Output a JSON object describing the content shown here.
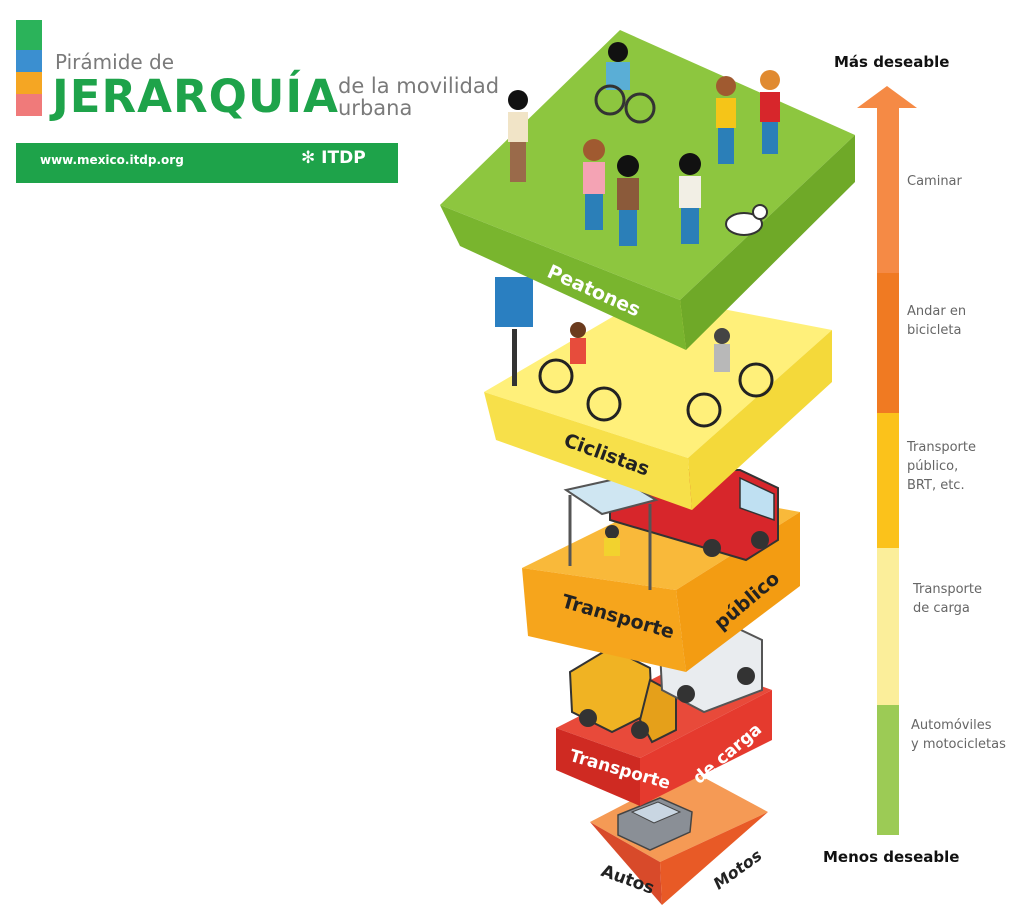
{
  "header": {
    "title_small": "Pirámide de",
    "title_big": "JERARQUÍA",
    "title_sub_line1": "de la movilidad",
    "title_sub_line2": "urbana",
    "url": "www.mexico.itdp.org",
    "logo_text": "ITDP"
  },
  "colors": {
    "brand_green": "#1ea34a",
    "stripe": [
      "#2bb35a",
      "#3b8fd0",
      "#f5a623",
      "#f07a7a"
    ],
    "peatones": "#8dc63f",
    "ciclistas": "#f7e35a",
    "transporte_publico": "#f6a81c",
    "transporte_carga": "#e0302a",
    "autos": "#ef6a2a"
  },
  "pyramid": {
    "peatones": "Peatones",
    "ciclistas": "Ciclistas",
    "transporte_publico_1": "Transporte",
    "transporte_publico_2": "público",
    "transporte_carga_1": "Transporte",
    "transporte_carga_2": "de carga",
    "autos": "Autos",
    "motos": "Motos"
  },
  "scale": {
    "top_label": "Más deseable",
    "bottom_label": "Menos deseable",
    "segments": [
      {
        "label": "Caminar",
        "color": "#f58a45"
      },
      {
        "label": "Andar en\nbicicleta",
        "color": "#f07a22"
      },
      {
        "label": "Transporte\npúblico,\nBRT, etc.",
        "color": "#fbc21b"
      },
      {
        "label": "Transporte\nde carga",
        "color": "#fbee9a"
      },
      {
        "label": "Automóviles\ny motocicletas",
        "color": "#9ccb55"
      }
    ]
  }
}
